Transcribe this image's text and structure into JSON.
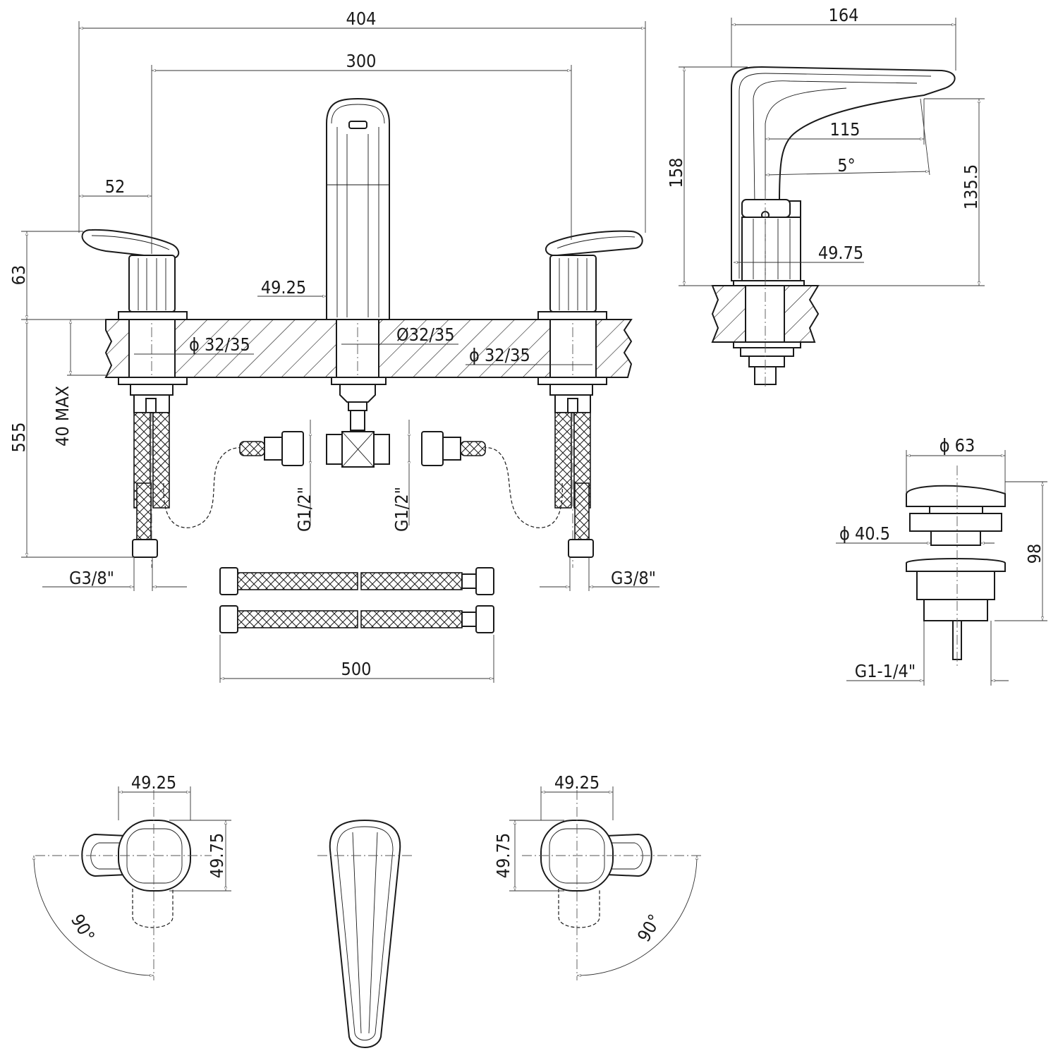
{
  "title": "Three-hole basin mixer technical drawing",
  "front_view": {
    "overall_width": "404",
    "spout_handle_spacing": "300",
    "handle_offset": "52",
    "handle_height": "63",
    "spout_width": "49.25",
    "hole_left": "ϕ 32/35",
    "hole_center": "Ø32/35",
    "hole_right": "ϕ 32/35",
    "total_height": "555",
    "deck_thickness": "40 MAX",
    "connector_left": "G1/2\"",
    "connector_right": "G1/2\"",
    "supply_left": "G3/8\"",
    "supply_right": "G3/8\"",
    "hose_length": "500"
  },
  "side_view": {
    "spout_reach": "164",
    "spout_height": "158",
    "outlet_reach": "115",
    "outlet_angle": "5°",
    "outlet_height": "135.5",
    "body_diameter": "49.75"
  },
  "waste": {
    "cap_diameter": "ϕ 63",
    "body_diameter": "ϕ 40.5",
    "height": "98",
    "thread": "G1-1/4\""
  },
  "top_views": {
    "left_width": "49.25",
    "left_depth": "49.75",
    "left_rotation": "90°",
    "right_width": "49.25",
    "right_depth": "49.75",
    "right_rotation": "90°"
  }
}
